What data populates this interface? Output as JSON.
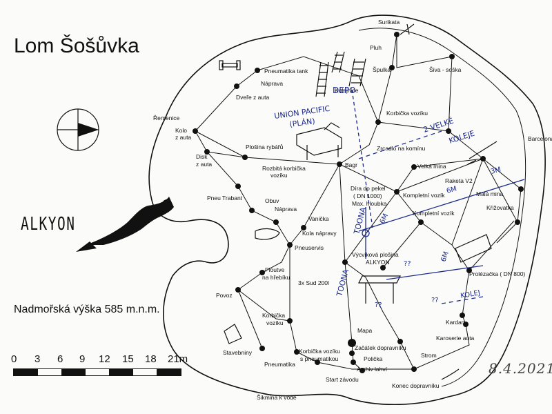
{
  "title": "Lom Šošůvka",
  "logo_text": "ALKYON",
  "altitude": "Nadmořská výška 585 m.n.m.",
  "date": "8.4.2021",
  "scale": {
    "ticks": [
      "0",
      "3",
      "6",
      "9",
      "12",
      "15",
      "18",
      "21m"
    ]
  },
  "places": {
    "surikata": "Surikata",
    "pluh": "Pluh",
    "spulka": "Špulka",
    "siva": "Šiva - soška",
    "pneumatika_tank": "Pneumatika tank",
    "naprava1": "Náprava",
    "dvere": "Dveře z auta",
    "remenice": "Řemenice",
    "kolo1": "Kolo",
    "kolo2": "z auta",
    "kolejnice": "Kolejnice",
    "korbicka_vozik": "Korbička vozíku",
    "zrcadlo": "Zrcadlo na komínu",
    "velka_mina": "Velká mina",
    "raketa": "Raketa V2",
    "mala_mina": "Malá mina",
    "barcelona": "Barcelona",
    "krizovatka": "Křižovatka",
    "plosina_rybaru": "Plošina rybářů",
    "disk1": "Disk",
    "disk2": "z auta",
    "rozbita1": "Rozbitá korbička",
    "rozbita2": "vozíku",
    "bagr": "Bagr",
    "pneu_trabant": "Pneu Trabant",
    "obuv": "Obuv",
    "naprava2": "Náprava",
    "dira1": "Díra do pekel",
    "dira2": "( DN 1000)",
    "dira3": "Max. hloubka",
    "kompletni1": "Kompletní vozík",
    "kompletni2": "Kompletní vozík",
    "vanicka": "Vanička",
    "kola_napravy": "Kola nápravy",
    "pneuservis": "Pneuservis",
    "ploutve1": "Ploutve",
    "ploutve2": "na hřebíku",
    "vycvikova1": "Výcviková plošina",
    "vycvikova2": "ALKYON",
    "prolezacka": "Prolézačka ( DN 800)",
    "sud": "3x Sud 200l",
    "povoz": "Povoz",
    "korbicka2a": "Korbička",
    "korbicka2b": "vozíku",
    "kardan": "Kardan",
    "mapa": "Mapa",
    "karoserie": "Karoserie auta",
    "stavebniny": "Stavebniny",
    "zacatek": "Začátek dopravníku",
    "policka": "Polička",
    "strom": "Strom",
    "pneumatika": "Pneumatika",
    "korbicka3a": "Korbička vozíku",
    "korbicka3b": "s pneumatikou",
    "archiv": "Archiv lahví",
    "konec": "Konec dopravníku",
    "start": "Start závodu",
    "sikmina": "Šikmina k vodě"
  },
  "annotations": {
    "depo": "DEPO",
    "union1": "UNION PACIFIC",
    "union2": "(PLÁN)",
    "velke1": "2 VELKÉ",
    "velke2": "KOLEJE",
    "toona1": "TOONA",
    "toona2": "TOONA",
    "m6a": "6M",
    "m6b": "6M",
    "m6c": "6M",
    "m3": "3M",
    "q1": "??",
    "q2": "??",
    "q3": "??",
    "kolej": "KOLEJ"
  }
}
